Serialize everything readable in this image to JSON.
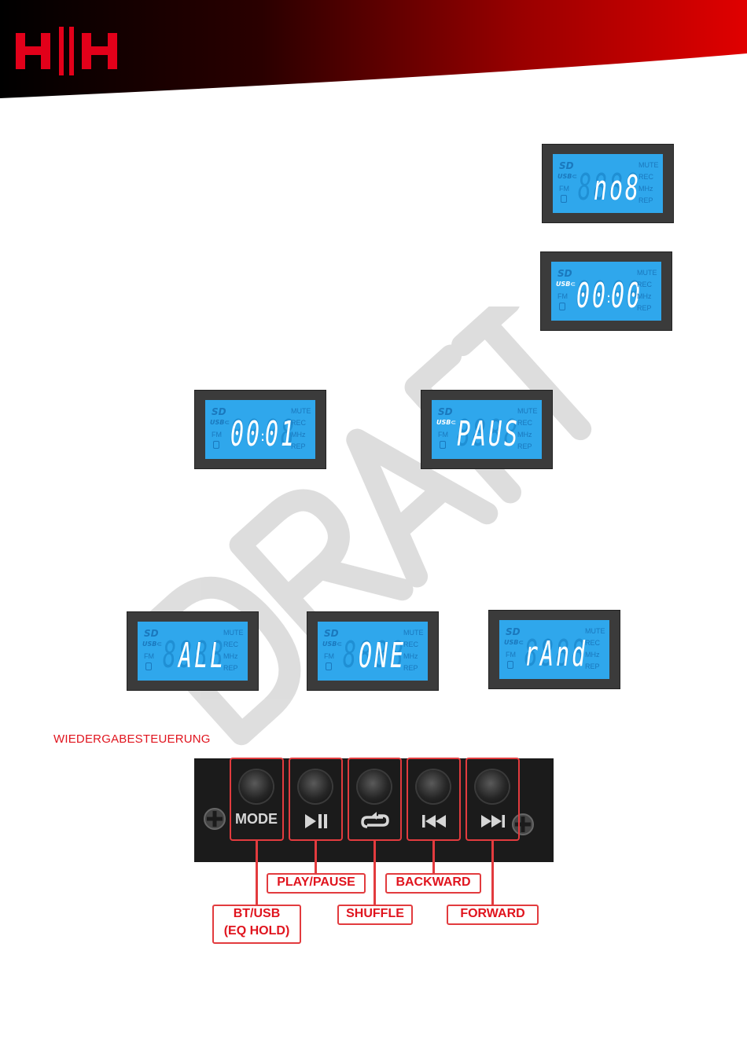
{
  "brand": {
    "logo_text": "H||H"
  },
  "watermark": "DRAFT",
  "lcd": {
    "sd": "SD",
    "usb": "USB",
    "fm": "FM",
    "right": [
      "MUTE",
      "REC",
      "MHz",
      "REP"
    ],
    "displays": [
      {
        "text": "no8",
        "usb_on": false
      },
      {
        "text": "00:00",
        "usb_on": true
      },
      {
        "text": "00:01",
        "usb_on": false
      },
      {
        "text": "PAUS",
        "usb_on": true
      },
      {
        "text": "ALL",
        "usb_on": false
      },
      {
        "text": "ONE",
        "usb_on": false
      },
      {
        "text": "rAnd",
        "usb_on": false
      }
    ]
  },
  "controls": {
    "title": "WIEDERGABESTEUERUNG",
    "mode_label": "MODE",
    "callouts": {
      "play_pause": "PLAY/PAUSE",
      "backward": "BACKWARD",
      "bt_usb_line1": "BT/USB",
      "bt_usb_line2": "(EQ HOLD)",
      "shuffle": "SHUFFLE",
      "forward": "FORWARD"
    }
  },
  "colors": {
    "accent": "#e0141e",
    "lcd_screen": "#2fa7ec",
    "lcd_frame": "#3b3b3b",
    "panel": "#1b1b1b"
  }
}
